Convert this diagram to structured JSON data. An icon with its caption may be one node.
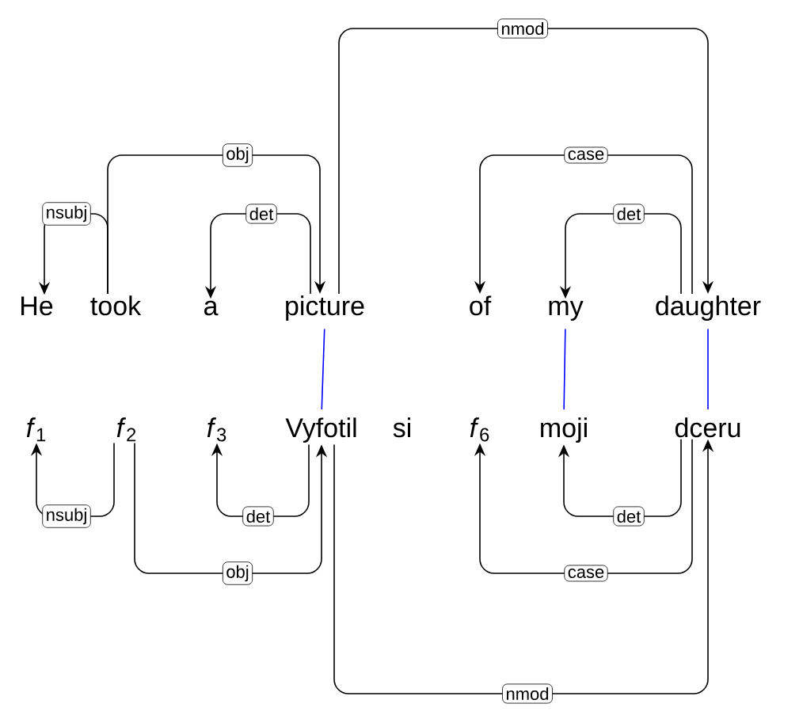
{
  "diagram": {
    "nodes": [
      {
        "text": [
          "He"
        ]
      },
      {
        "text": [
          "took"
        ]
      },
      {
        "text": [
          "a"
        ]
      },
      {
        "text": [
          "picture"
        ]
      },
      {
        "text": [
          "of"
        ]
      },
      {
        "text": [
          "my"
        ]
      },
      {
        "text": [
          "daughter"
        ]
      },
      {
        "text": [
          "*f*$_{1}$"
        ]
      },
      {
        "text": [
          "*f*$_{2}$"
        ]
      },
      {
        "text": [
          "*f*$_{3}$"
        ]
      },
      {
        "text": [
          "Vyfotil"
        ]
      },
      {
        "text": [
          "si"
        ]
      },
      {
        "text": [
          "*f*$_{6}$"
        ]
      },
      {
        "text": [
          "moji"
        ]
      },
      {
        "text": [
          "dceru"
        ]
      }
    ],
    "edges": [
      {
        "from": 1,
        "to": 0,
        "arrow": "to",
        "label": "nsubj"
      },
      {
        "from": 1,
        "to": 3,
        "arrow": "to",
        "label": "obj"
      },
      {
        "from": 3,
        "to": 2,
        "arrow": "to",
        "label": "det"
      },
      {
        "from": 3,
        "to": 6,
        "arrow": "to",
        "label": "nmod"
      },
      {
        "from": 6,
        "to": 4,
        "arrow": "to",
        "label": "case"
      },
      {
        "from": 6,
        "to": 5,
        "arrow": "to",
        "label": "det"
      },
      {
        "from": 3,
        "to": 10,
        "arrow": "none",
        "color": "#0000ff"
      },
      {
        "from": 5,
        "to": 13,
        "arrow": "none",
        "color": "#0000ff"
      },
      {
        "from": 6,
        "to": 14,
        "arrow": "none",
        "color": "#0000ff"
      },
      {
        "from": 8,
        "to": 7,
        "arrow": "to",
        "label": "nsubj"
      },
      {
        "from": 8,
        "to": 10,
        "arrow": "to",
        "label": "obj"
      },
      {
        "from": 10,
        "to": 9,
        "arrow": "to",
        "label": "det"
      },
      {
        "from": 10,
        "to": 14,
        "arrow": "to",
        "label": "nmod"
      },
      {
        "from": 14,
        "to": 12,
        "arrow": "to",
        "label": "case"
      },
      {
        "from": 14,
        "to": 13,
        "arrow": "to",
        "label": "det"
      }
    ]
  }
}
